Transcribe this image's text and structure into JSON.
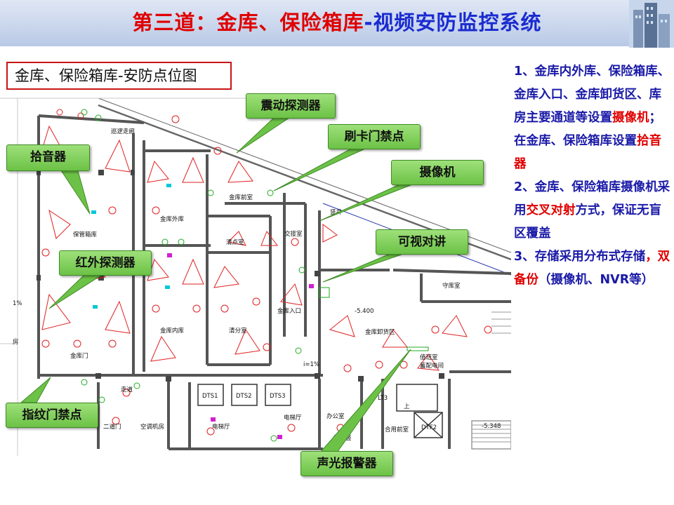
{
  "header": {
    "title_part1": "第三道：金库、保险箱库",
    "title_part2": "-视频安防监控系统"
  },
  "subtitle": "金库、保险箱库-安防点位图",
  "callouts": {
    "vibration_detector": "震动探测器",
    "card_access": "刷卡门禁点",
    "sound_pickup": "拾音器",
    "camera": "摄像机",
    "video_intercom": "可视对讲",
    "infrared_detector": "红外探测器",
    "fingerprint_access": "指纹门禁点",
    "alarm": "声光报警器"
  },
  "rooms": {
    "patrol_corridor": "巡逻走廊",
    "safe_box_vault": "保管箱库",
    "vault_outer": "金库外库",
    "vault_front": "金库前室",
    "counting_room": "清点室",
    "handover_room": "交接室",
    "vertical_shaft": "竖井",
    "vault_inner": "金库内库",
    "sorting_room": "清分室",
    "vault_entrance": "金库入口",
    "guard_room": "守库室",
    "vault_unloading": "金库卸货区",
    "vault_door": "金库门",
    "corridor": "走道",
    "duty_room": "值班室",
    "power_room": "蓄配电间",
    "second_door": "二道门",
    "ac_room": "空调机房",
    "elevator_hall_1": "电梯厅",
    "elevator_hall_2": "电梯厅",
    "office": "办公室",
    "shared_front": "合用前室",
    "exhaust_shaft": "排风竖",
    "dts1": "DTS1",
    "dts2": "DTS2",
    "dts3": "DTS3",
    "lt": "LT3",
    "up": "上",
    "dtf2": "DTF2",
    "elev_level": "-5.400",
    "elev_level2": "-5.348",
    "slope": "i=1%",
    "slope_left": "1%",
    "left_edge": "房"
  },
  "side_text": {
    "p1_a": "1、金库内外库、保险箱库、金库入口、金库卸货区、库房主要通道等设置",
    "p1_b": "摄像机",
    "p1_c": "；在金库、保险箱库设置",
    "p1_d": "拾音器",
    "p2_a": "2、金库、保险箱库摄像机采用",
    "p2_b": "交叉对射",
    "p2_c": "方式，保证无盲区覆盖",
    "p3_a": "3、存储采用分布式存储",
    "p3_b": "，双备份",
    "p3_c": "（摄像机、NVR等）"
  },
  "colors": {
    "title_red": "#e00000",
    "title_blue": "#1a2bd0",
    "callout_green": "#7ccf55",
    "wall": "#555555",
    "device_red": "#e02020",
    "device_green": "#1faa1f",
    "device_magenta": "#d020d0",
    "side_blue": "#1a1aa8"
  }
}
